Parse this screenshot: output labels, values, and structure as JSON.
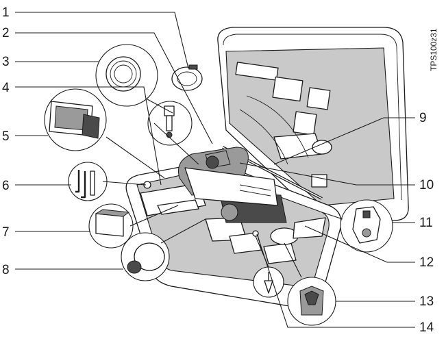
{
  "image_tag": "TPS100z31",
  "callouts": [
    "1",
    "2",
    "3",
    "4",
    "5",
    "6",
    "7",
    "8",
    "9",
    "10",
    "11",
    "12",
    "13",
    "14"
  ]
}
